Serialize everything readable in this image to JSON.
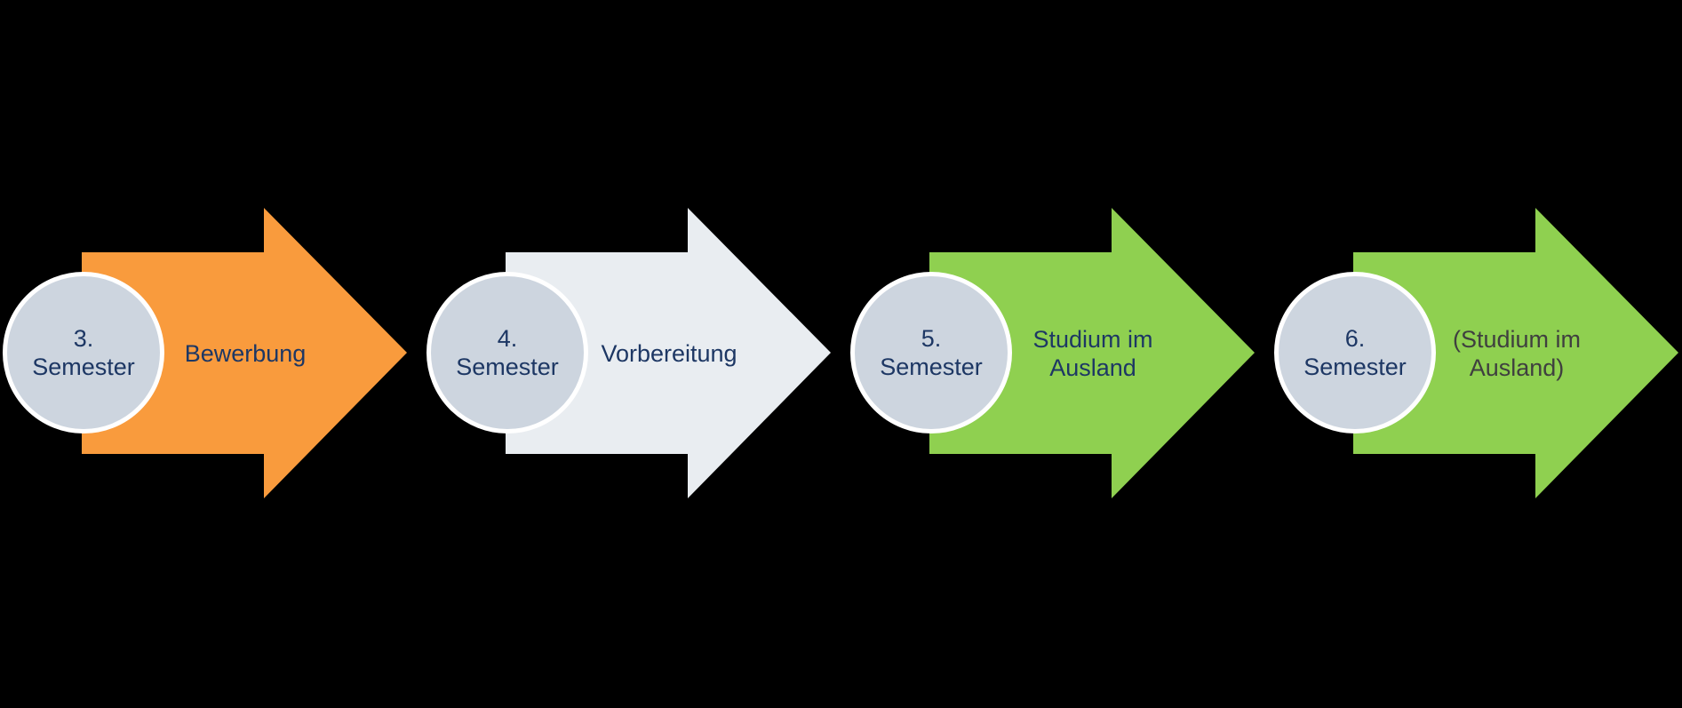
{
  "diagram": {
    "background_color": "#000000",
    "navy_text_color": "#1D3764",
    "circle_fill": "#CDD5DF",
    "circle_border_color": "#FFFFFF",
    "steps": [
      {
        "circle_lines": [
          "3.",
          "Semester"
        ],
        "label_lines": [
          "Bewerbung"
        ],
        "arrow_color": "#F99B3D",
        "label_color": "#1D3764"
      },
      {
        "circle_lines": [
          "4.",
          "Semester"
        ],
        "label_lines": [
          "Vorbereitung"
        ],
        "arrow_color": "#E9EDF1",
        "label_color": "#1D3764"
      },
      {
        "circle_lines": [
          "5.",
          "Semester"
        ],
        "label_lines": [
          "Studium im",
          "Ausland"
        ],
        "arrow_color": "#8FD050",
        "label_color": "#1D3764"
      },
      {
        "circle_lines": [
          "6.",
          "Semester"
        ],
        "label_lines": [
          "(Studium im",
          "Ausland)"
        ],
        "arrow_color": "#8FD050",
        "label_color": "#3F3F3F"
      }
    ]
  }
}
